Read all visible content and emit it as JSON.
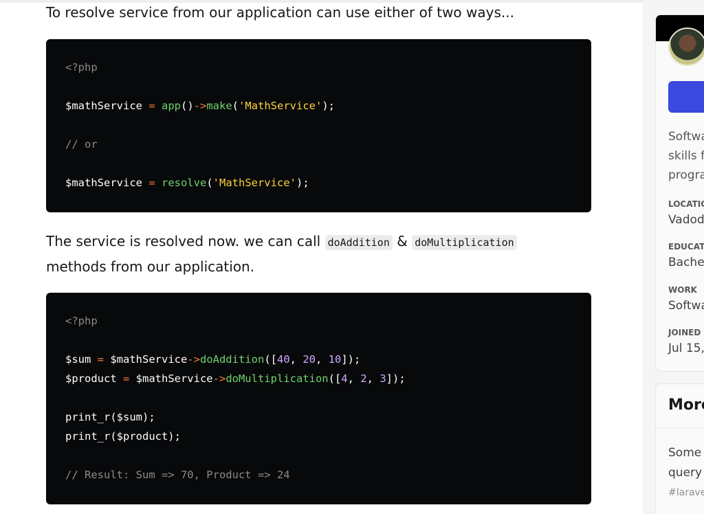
{
  "article": {
    "para1": "To resolve service from our application can use either of two ways...",
    "code1": [
      [
        [
          "<?php",
          "t-c"
        ]
      ],
      [],
      [
        [
          "$mathService",
          "t-p"
        ],
        [
          " = ",
          "t-op"
        ],
        [
          "app",
          "t-fn"
        ],
        [
          "()",
          "t-p"
        ],
        [
          "->",
          "t-op"
        ],
        [
          "make",
          "t-fn"
        ],
        [
          "(",
          "t-p"
        ],
        [
          "'MathService'",
          "t-str"
        ],
        [
          ");",
          "t-p"
        ]
      ],
      [],
      [
        [
          "// or",
          "t-c"
        ]
      ],
      [],
      [
        [
          "$mathService",
          "t-p"
        ],
        [
          " = ",
          "t-op"
        ],
        [
          "resolve",
          "t-fn"
        ],
        [
          "(",
          "t-p"
        ],
        [
          "'MathService'",
          "t-str"
        ],
        [
          ");",
          "t-p"
        ]
      ]
    ],
    "para2_a": "The service is resolved now. we can call ",
    "para2_code1": "doAddition",
    "para2_b": " & ",
    "para2_code2": "doMultiplication",
    "para2_c": "methods from our application.",
    "code2": [
      [
        [
          "<?php",
          "t-c"
        ]
      ],
      [],
      [
        [
          "$sum",
          "t-p"
        ],
        [
          " = ",
          "t-op"
        ],
        [
          "$mathService",
          "t-p"
        ],
        [
          "->",
          "t-op"
        ],
        [
          "doAddition",
          "t-fn"
        ],
        [
          "([",
          "t-p"
        ],
        [
          "40",
          "t-num"
        ],
        [
          ", ",
          "t-p"
        ],
        [
          "20",
          "t-num"
        ],
        [
          ", ",
          "t-p"
        ],
        [
          "10",
          "t-num"
        ],
        [
          "]);",
          "t-p"
        ]
      ],
      [
        [
          "$product",
          "t-p"
        ],
        [
          " = ",
          "t-op"
        ],
        [
          "$mathService",
          "t-p"
        ],
        [
          "->",
          "t-op"
        ],
        [
          "doMultiplication",
          "t-fn"
        ],
        [
          "([",
          "t-p"
        ],
        [
          "4",
          "t-num"
        ],
        [
          ", ",
          "t-p"
        ],
        [
          "2",
          "t-num"
        ],
        [
          ", ",
          "t-p"
        ],
        [
          "3",
          "t-num"
        ],
        [
          "]);",
          "t-p"
        ]
      ],
      [],
      [
        [
          "print_r($sum);",
          "t-p"
        ]
      ],
      [
        [
          "print_r($product);",
          "t-p"
        ]
      ],
      [],
      [
        [
          "// Result: Sum => 70, Product => 24",
          "t-c"
        ]
      ]
    ]
  },
  "sidebar": {
    "bio": "Softwa\nskills fo\nprogra",
    "location_label": "LOCATIO",
    "location": "Vadod",
    "education_label": "EDUCAT",
    "education": "Bachel",
    "work_label": "WORK",
    "work": "Softwa",
    "joined_label": "JOINED",
    "joined": "Jul 15,",
    "more_title": "More",
    "more_text": "Some\nquery",
    "more_tag": "#larave",
    "follow_color": "#3b49df"
  }
}
